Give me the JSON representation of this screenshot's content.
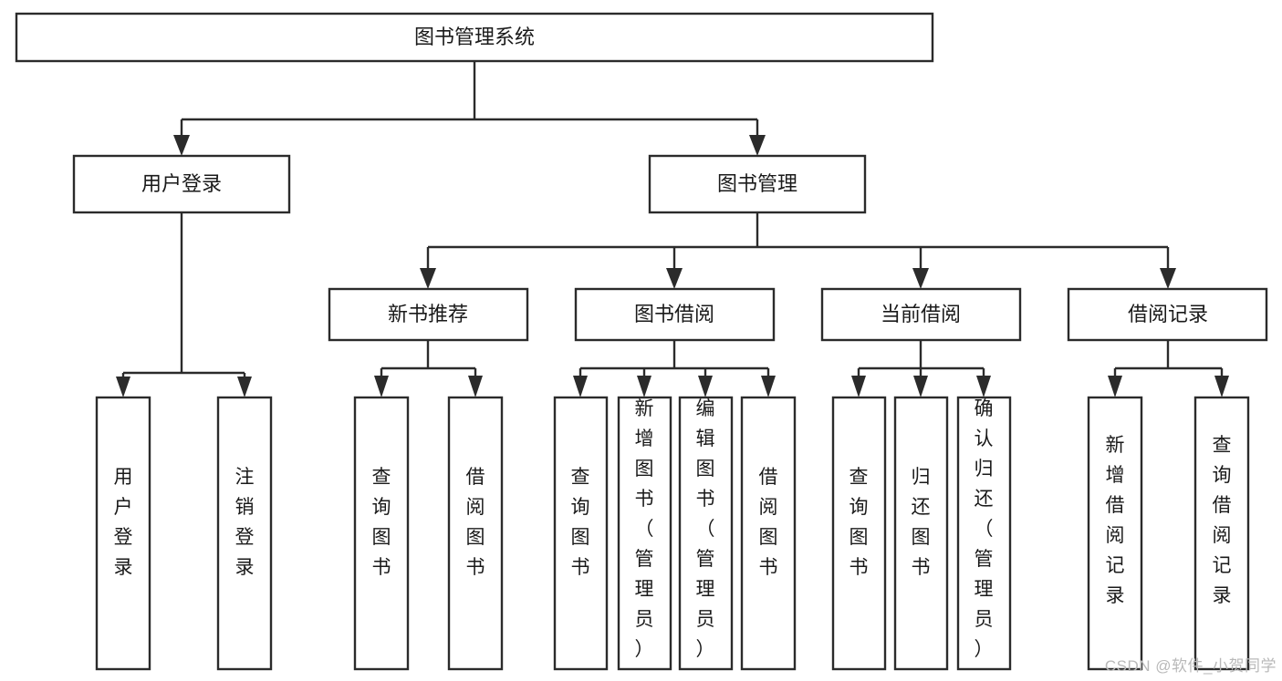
{
  "diagram": {
    "title": "图书管理系统",
    "type": "tree-hierarchy",
    "watermark": "CSDN @软件_小贺同学",
    "colors": {
      "stroke": "#2b2b2b",
      "fill": "#ffffff",
      "text": "#1a1a1a",
      "watermark": "#b9b9b9"
    },
    "levels": [
      {
        "level": 1,
        "nodes": [
          {
            "id": "root",
            "label": "图书管理系统",
            "orientation": "horizontal"
          }
        ]
      },
      {
        "level": 2,
        "nodes": [
          {
            "id": "user-login",
            "label": "用户登录",
            "orientation": "horizontal",
            "parent": "root"
          },
          {
            "id": "book-manage",
            "label": "图书管理",
            "orientation": "horizontal",
            "parent": "root"
          }
        ]
      },
      {
        "level": 3,
        "nodes": [
          {
            "id": "new-book-rec",
            "label": "新书推荐",
            "orientation": "horizontal",
            "parent": "book-manage"
          },
          {
            "id": "book-borrow",
            "label": "图书借阅",
            "orientation": "horizontal",
            "parent": "book-manage"
          },
          {
            "id": "current-borrow",
            "label": "当前借阅",
            "orientation": "horizontal",
            "parent": "book-manage"
          },
          {
            "id": "borrow-record",
            "label": "借阅记录",
            "orientation": "horizontal",
            "parent": "book-manage"
          }
        ]
      },
      {
        "level": 4,
        "nodes": [
          {
            "id": "leaf-user-login",
            "label": "用户登录",
            "orientation": "vertical",
            "parent": "user-login"
          },
          {
            "id": "leaf-logout",
            "label": "注销登录",
            "orientation": "vertical",
            "parent": "user-login"
          },
          {
            "id": "leaf-query-book-1",
            "label": "查询图书",
            "orientation": "vertical",
            "parent": "new-book-rec"
          },
          {
            "id": "leaf-borrow-book-1",
            "label": "借阅图书",
            "orientation": "vertical",
            "parent": "new-book-rec"
          },
          {
            "id": "leaf-query-book-2",
            "label": "查询图书",
            "orientation": "vertical",
            "parent": "book-borrow"
          },
          {
            "id": "leaf-add-book",
            "label": "新增图书（管理员）",
            "orientation": "vertical",
            "parent": "book-borrow"
          },
          {
            "id": "leaf-edit-book",
            "label": "编辑图书（管理员）",
            "orientation": "vertical",
            "parent": "book-borrow"
          },
          {
            "id": "leaf-borrow-book-2",
            "label": "借阅图书",
            "orientation": "vertical",
            "parent": "book-borrow"
          },
          {
            "id": "leaf-query-book-3",
            "label": "查询图书",
            "orientation": "vertical",
            "parent": "current-borrow"
          },
          {
            "id": "leaf-return-book",
            "label": "归还图书",
            "orientation": "vertical",
            "parent": "current-borrow"
          },
          {
            "id": "leaf-confirm-return",
            "label": "确认归还（管理员）",
            "orientation": "vertical",
            "parent": "current-borrow"
          },
          {
            "id": "leaf-add-record",
            "label": "新增借阅记录",
            "orientation": "vertical",
            "parent": "borrow-record"
          },
          {
            "id": "leaf-query-record",
            "label": "查询借阅记录",
            "orientation": "vertical",
            "parent": "borrow-record"
          }
        ]
      }
    ]
  }
}
